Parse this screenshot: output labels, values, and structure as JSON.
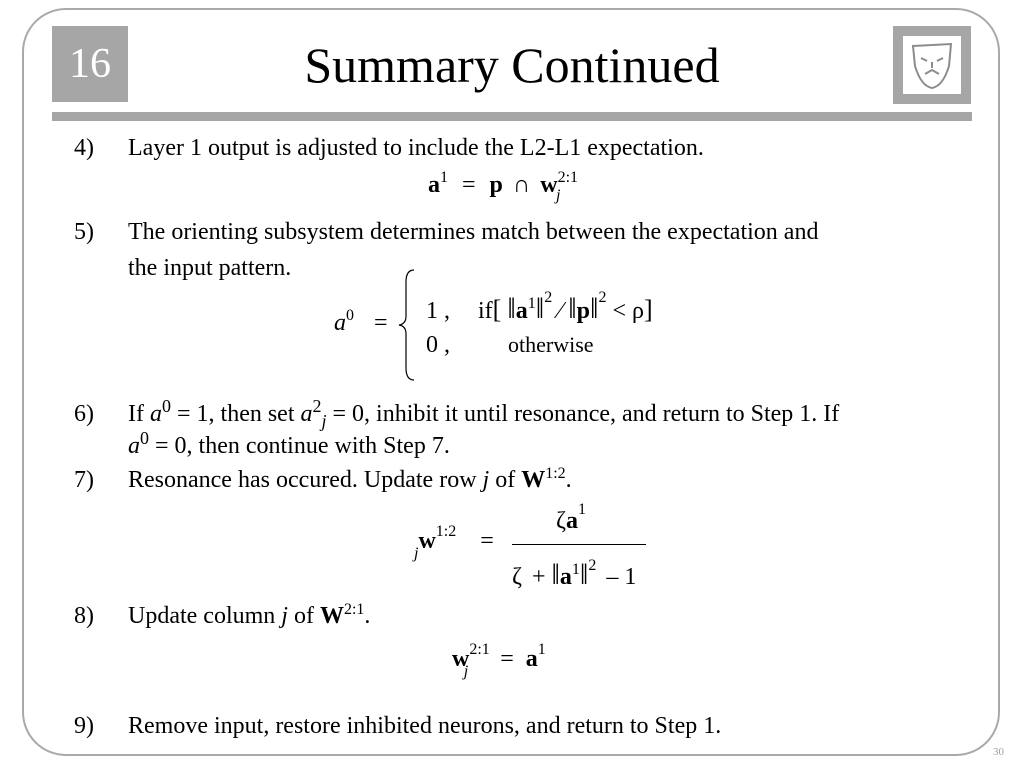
{
  "slide": {
    "chapter": "16",
    "title": "Summary Continued",
    "page_number": "30"
  },
  "steps": [
    {
      "num": "4)",
      "text": "Layer 1 output is adjusted to include the L2-L1 expectation."
    },
    {
      "num": "5)",
      "text1": "The orienting subsystem determines match between the expectation and",
      "text2": "the input pattern."
    },
    {
      "num": "6)",
      "text1_a": "If ",
      "text1_b": "a",
      "text1_c": "0",
      "text1_d": " = 1, then set ",
      "text1_e": "a",
      "text1_f": "2",
      "text1_g": "j",
      "text1_h": " = 0, inhibit it until resonance, and return to Step 1.  If",
      "text2_a": "a",
      "text2_b": "0",
      "text2_c": " = 0, then continue with Step 7."
    },
    {
      "num": "7)",
      "text_a": "Resonance has occured.  Update row ",
      "text_b": "j",
      "text_c": " of ",
      "text_d": "W",
      "text_e": "1:2",
      "text_f": "."
    },
    {
      "num": "8)",
      "text_a": "Update column ",
      "text_b": "j",
      "text_c": " of ",
      "text_d": "W",
      "text_e": "2:1",
      "text_f": "."
    },
    {
      "num": "9)",
      "text": "Remove input, restore inhibited neurons, and return to Step 1."
    }
  ],
  "equations": {
    "eq4": {
      "a": "a",
      "a_sup": "1",
      "eq": "=",
      "p": "p",
      "op": "∩",
      "w": "w",
      "w_sup": "2:1",
      "w_sub": "j"
    },
    "eq5": {
      "lhs": "a",
      "lhs_sup": "0",
      "eq": "=",
      "case1_val": "1 ,",
      "case1_cond_a": "if",
      "case1_a": "a",
      "case1_a_sup": "1",
      "case1_sq1": "2",
      "case1_div": "⁄",
      "case1_p": "p",
      "case1_sq2": "2",
      "case1_lt": "<",
      "case1_rho": "ρ",
      "case2_val": "0 ,",
      "case2_cond": "otherwise"
    },
    "eq7": {
      "pre_sub": "j",
      "w": "w",
      "w_sup": "1:2",
      "eq": "=",
      "num_zeta": "ζ",
      "num_a": "a",
      "num_sup": "1",
      "den_zeta": "ζ",
      "den_plus": "+",
      "den_a": "a",
      "den_a_sup": "1",
      "den_sq": "2",
      "den_minus": "–",
      "den_one": "1"
    },
    "eq8": {
      "w": "w",
      "w_sup": "2:1",
      "w_sub": "j",
      "eq": "=",
      "a": "a",
      "a_sup": "1"
    }
  }
}
